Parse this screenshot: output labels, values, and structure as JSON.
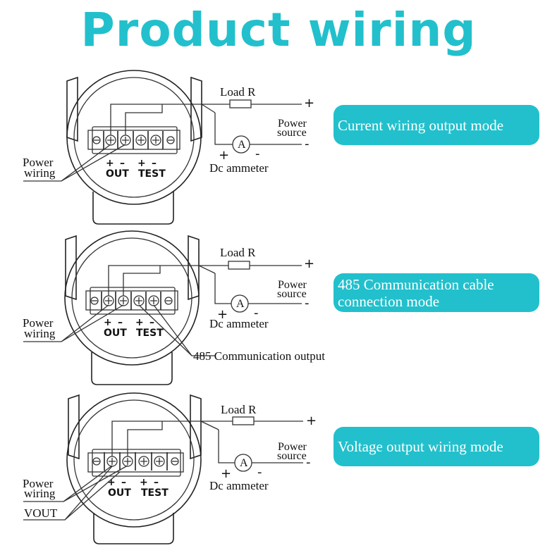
{
  "title": "Product wiring",
  "common": {
    "load": "Load R",
    "plus": "+",
    "minus": "-",
    "power_top": "Power",
    "power_bottom": "source",
    "ammeter": "Dc ammeter",
    "ammeter_symbol": "A",
    "wiring_top": "Power",
    "wiring_bottom": "wiring",
    "out": "OUT",
    "test": "TEST",
    "term_plus": "+",
    "term_minus": "–"
  },
  "modes": [
    {
      "label": "Current wiring output mode"
    },
    {
      "label_line1": "485 Communication cable",
      "label_line2": "connection mode",
      "extra": "485 Communication output"
    },
    {
      "label": "Voltage output wiring mode",
      "extra": "VOUT"
    }
  ]
}
